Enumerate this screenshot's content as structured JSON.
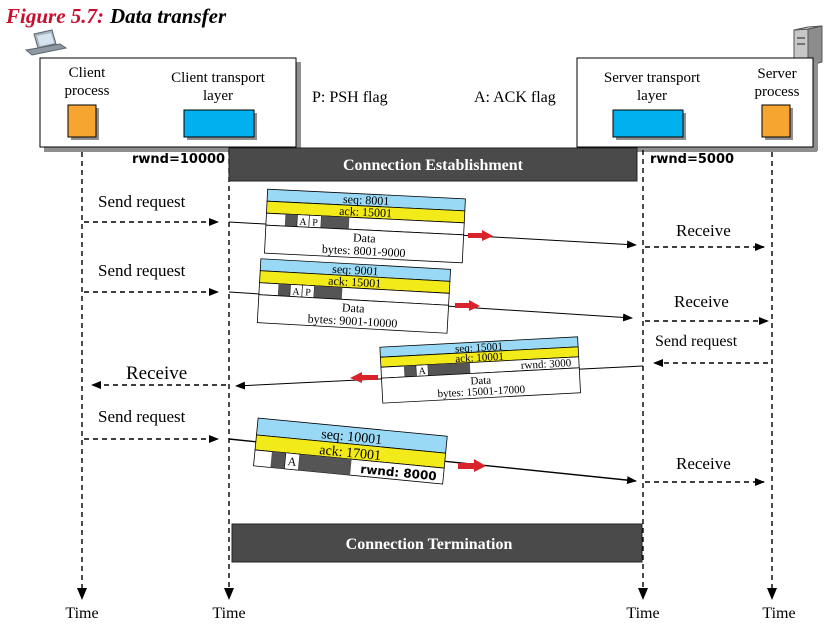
{
  "figure": {
    "number": "Figure 5.7:",
    "title": "Data transfer"
  },
  "legend": {
    "psh": "P: PSH flag",
    "ack": "A: ACK flag"
  },
  "client_box": {
    "process": [
      "Client",
      "process"
    ],
    "transport": [
      "Client transport",
      "layer"
    ]
  },
  "server_box": {
    "transport": [
      "Server transport",
      "layer"
    ],
    "process": [
      "Server",
      "process"
    ]
  },
  "rwnd_client": "rwnd=10000",
  "rwnd_server": "rwnd=5000",
  "phases": {
    "establishment": "Connection Establishment",
    "termination": "Connection Termination"
  },
  "time_label": "Time",
  "segments": [
    {
      "seq": "seq: 8001",
      "ack": "ack: 15001",
      "flags": [
        "A",
        "P"
      ],
      "data": [
        "Data",
        "bytes: 8001-9000"
      ]
    },
    {
      "seq": "seq: 9001",
      "ack": "ack: 15001",
      "flags": [
        "A",
        "P"
      ],
      "data": [
        "Data",
        "bytes: 9001-10000"
      ]
    },
    {
      "seq": "seq: 15001",
      "ack": "ack: 10001",
      "flags": [
        "A"
      ],
      "rwnd": "rwnd: 3000",
      "data": [
        "Data",
        "bytes: 15001-17000"
      ]
    },
    {
      "seq": "seq: 10001",
      "ack": "ack: 17001",
      "flags": [
        "A"
      ],
      "rwnd": "rwnd: 8000"
    }
  ],
  "events": {
    "send_request": "Send request",
    "receive": "Receive"
  },
  "colors": {
    "title_red": "#c8102e",
    "process_orange": "#f7a531",
    "transport_blue": "#00b0ef",
    "seq_blue": "#99d9f5",
    "ack_yellow": "#f3ea1a",
    "phase_gray": "#4a4a4a",
    "arrow_red": "#d9232a"
  }
}
